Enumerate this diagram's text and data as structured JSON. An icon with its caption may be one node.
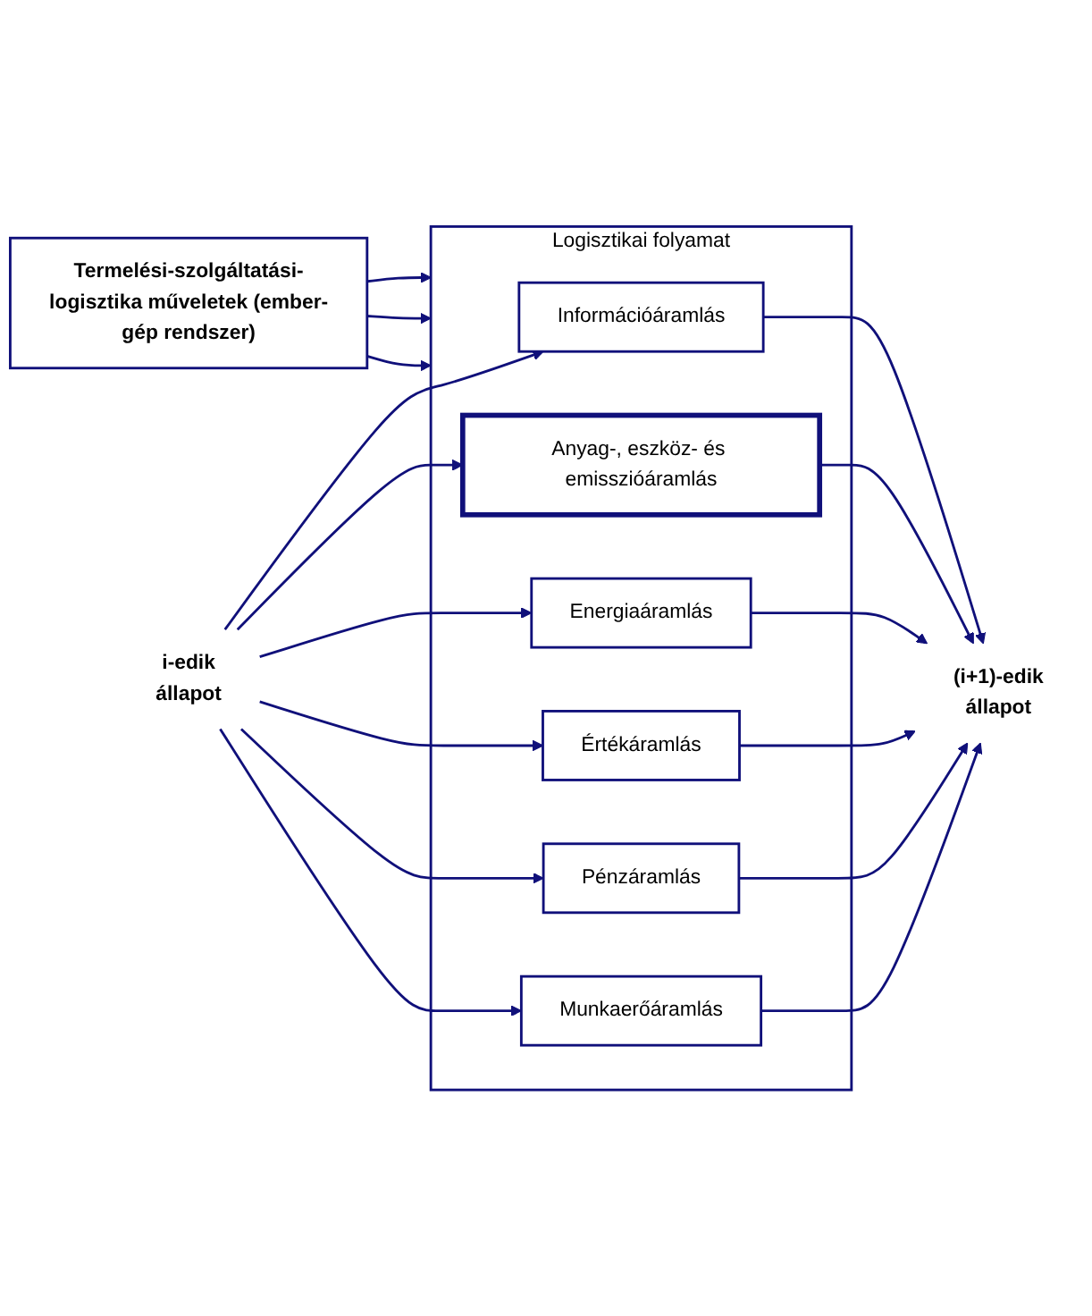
{
  "diagram": {
    "nodes": [
      {
        "text": [
          "Termelési-szolgáltatási-logisztika műveletek (ember-gép rendszer)"
        ]
      },
      {
        "text": [
          "Logisztikai folyamat"
        ]
      },
      {
        "text": [
          "Információáramlás"
        ],
        "in": 1
      },
      {
        "text": [
          "Anyag-, eszköz- és emisszióáramlás"
        ],
        "in": 1
      },
      {
        "text": [
          "Energiaáramlás"
        ],
        "in": 1
      },
      {
        "text": [
          "Értékáramlás"
        ],
        "in": 1
      },
      {
        "text": [
          "Pénzáramlás"
        ],
        "in": 1
      },
      {
        "text": [
          "Munkaerőáramlás"
        ],
        "in": 1
      },
      {
        "text": [
          "i-edik",
          "állapot"
        ]
      },
      {
        "text": [
          "(i+1)-edik",
          "állapot"
        ]
      }
    ],
    "edges": [
      {
        "from": 0,
        "to": 1,
        "arrow": "to"
      },
      {
        "from": 0,
        "to": 1,
        "arrow": "to"
      },
      {
        "from": 0,
        "to": 1,
        "arrow": "to"
      },
      {
        "from": 8,
        "to": 2,
        "arrow": "to"
      },
      {
        "from": 8,
        "to": 3,
        "arrow": "to"
      },
      {
        "from": 8,
        "to": 4,
        "arrow": "to"
      },
      {
        "from": 8,
        "to": 5,
        "arrow": "to"
      },
      {
        "from": 8,
        "to": 6,
        "arrow": "to"
      },
      {
        "from": 8,
        "to": 7,
        "arrow": "to"
      },
      {
        "from": 2,
        "to": 9,
        "arrow": "to"
      },
      {
        "from": 3,
        "to": 9,
        "arrow": "to"
      },
      {
        "from": 4,
        "to": 9,
        "arrow": "to"
      },
      {
        "from": 5,
        "to": 9,
        "arrow": "to"
      },
      {
        "from": 6,
        "to": 9,
        "arrow": "to"
      },
      {
        "from": 7,
        "to": 9,
        "arrow": "to"
      }
    ]
  }
}
